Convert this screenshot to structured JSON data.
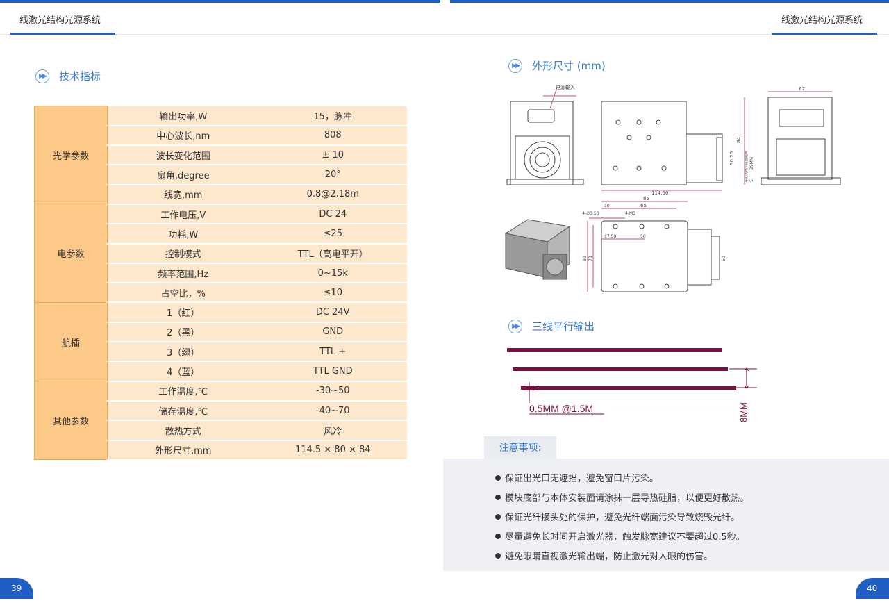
{
  "header": {
    "left_title": "线激光结构光源系统",
    "right_title": "线激光结构光源系统"
  },
  "sections": {
    "specs": "技术指标",
    "dimensions": "外形尺寸 (mm)",
    "output": "三线平行输出"
  },
  "specs": [
    {
      "group": "光学参数",
      "rows": [
        {
          "name": "输出功率,W",
          "value": "15，脉冲"
        },
        {
          "name": "中心波长,nm",
          "value": "808"
        },
        {
          "name": "波长变化范围",
          "value": "± 10"
        },
        {
          "name": "扇角,degree",
          "value": "20°"
        },
        {
          "name": "线宽,mm",
          "value": "0.8@2.18m"
        }
      ]
    },
    {
      "group": "电参数",
      "rows": [
        {
          "name": "工作电压,V",
          "value": "DC 24"
        },
        {
          "name": "功耗,W",
          "value": "≤25"
        },
        {
          "name": "控制模式",
          "value": "TTL（高电平开）"
        },
        {
          "name": "频率范围,Hz",
          "value": "0~15k"
        },
        {
          "name": "占空比，%",
          "value": "≤10"
        }
      ]
    },
    {
      "group": "航插",
      "rows": [
        {
          "name": "1（红）",
          "value": "DC 24V"
        },
        {
          "name": "2（黑）",
          "value": "GND"
        },
        {
          "name": "3（绿）",
          "value": "TTL +"
        },
        {
          "name": "4（蓝）",
          "value": "TTL GND"
        }
      ]
    },
    {
      "group": "其他参数",
      "rows": [
        {
          "name": "工作温度,℃",
          "value": "-30~50"
        },
        {
          "name": "储存温度,℃",
          "value": "-40~70"
        },
        {
          "name": "散热方式",
          "value": "风冷"
        },
        {
          "name": "外形尺寸,mm",
          "value": "114.5 × 80 × 84"
        }
      ]
    }
  ],
  "drawing": {
    "power_label": "电源输入",
    "dims": {
      "d114": "114.50",
      "d50_20": "50.20",
      "d67": "67",
      "d84": "84",
      "d29": "29MM",
      "d5": "5",
      "side_note": "中心光线到底面距离",
      "d85": "85",
      "d65": "65",
      "d10": "10",
      "hole1": "4-∅3.50",
      "hole2": "4-M3",
      "d17_50": "17.50",
      "d50a": "50",
      "d80": "80",
      "d73": "73",
      "d50b": "50"
    }
  },
  "lines_output": {
    "label_spacing": "0.5MM @1.5M",
    "label_8mm": "8MM"
  },
  "notes": {
    "title": "注意事项:",
    "items": [
      "保证出光口无遮挡，避免窗口片污染。",
      "模块底部与本体安装面请涂抹一层导热硅脂，以便更好散热。",
      "保证光纤接头处的保护，避免光纤端面污染导致烧毁光纤。",
      "尽量避免长时间开启激光器，触发脉宽建议不要超过0.5秒。",
      "避免眼睛直视激光输出端，防止激光对人眼的伤害。"
    ]
  },
  "pages": {
    "left": "39",
    "right": "40"
  },
  "colors": {
    "accent": "#1f5fc3",
    "table_group": "#fcc989",
    "table_row": "#fde8cd",
    "line": "#7a1040",
    "dim": "#c0506e"
  }
}
